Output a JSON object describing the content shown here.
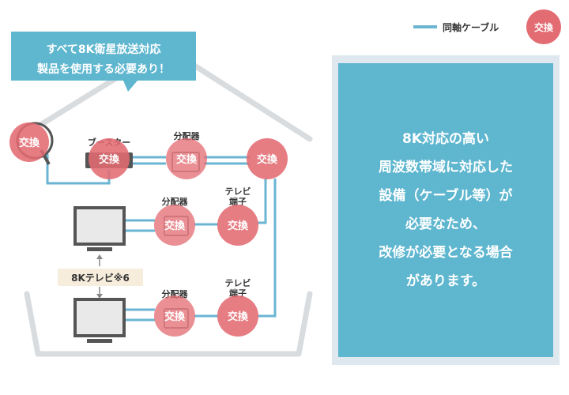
{
  "legend": {
    "cable_label": "同軸ケーブル",
    "replace_label": "交換"
  },
  "callout": {
    "line1": "すべて8K衛星放送対応",
    "line2": "製品を使用する必要あり！"
  },
  "devices": {
    "booster_label": "ブースター",
    "splitter_label": "分配器",
    "tv_outlet_label_line1": "テレビ",
    "tv_outlet_label_line2": "端子",
    "replace_badge": "交換",
    "tv_caption": "8Kテレビ※6"
  },
  "info": {
    "lines": [
      "8K対応の高い",
      "周波数帯域に対応した",
      "設備（ケーブル等）が",
      "必要なため、",
      "改修が必要となる場合",
      "があります。"
    ]
  },
  "colors": {
    "cable": "#6bb5d3",
    "badge": "#e36b72",
    "panel": "#5eb6cf",
    "panel_border": "#dfe8ee",
    "callout": "#5eb6cf",
    "house_outline": "#d9dcdf",
    "tv_caption_bg": "#f7eddd"
  }
}
